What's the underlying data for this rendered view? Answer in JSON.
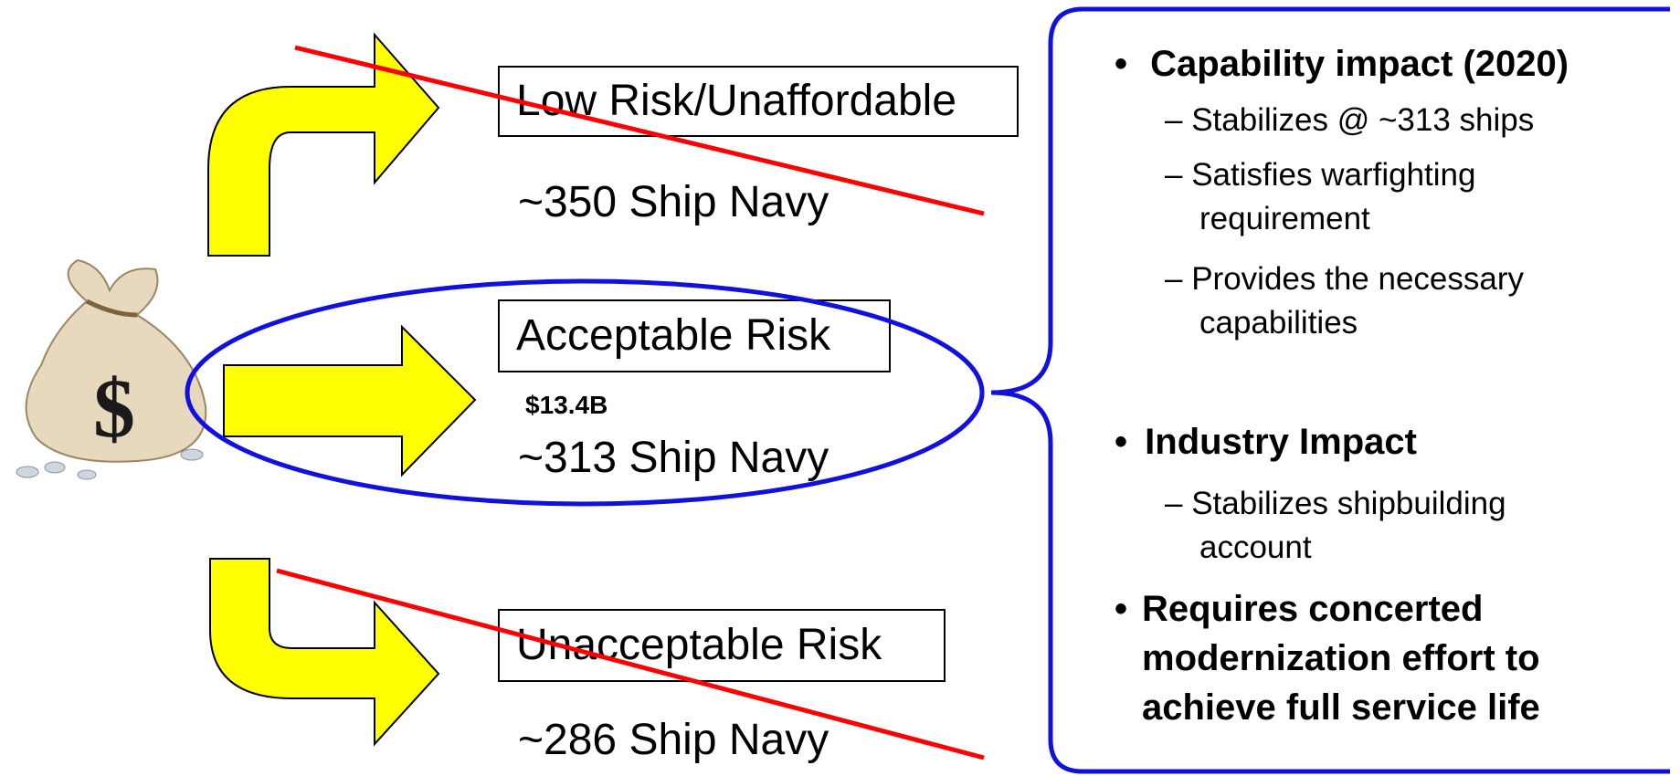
{
  "options": [
    {
      "box_label": "Low Risk/Unaffordable",
      "fleet": "~350 Ship Navy"
    },
    {
      "box_label": "Acceptable Risk",
      "cost": "$13.4B",
      "fleet": "~313 Ship Navy"
    },
    {
      "box_label": "Unacceptable Risk",
      "fleet": "~286 Ship Navy"
    }
  ],
  "details": {
    "capability": {
      "heading": "Capability impact (2020)",
      "items": [
        "Stabilizes @ ~313 ships",
        "Satisfies warfighting requirement",
        "Provides the necessary capabilities"
      ]
    },
    "industry": {
      "heading": "Industry Impact",
      "items": [
        "Stabilizes shipbuilding account"
      ]
    },
    "requirement": "Requires concerted modernization effort to achieve full service life"
  },
  "icons": {
    "money_bag": "money-bag-icon"
  },
  "colors": {
    "arrow": "#ffff00",
    "strike": "#ff0000",
    "highlight": "#1010e0"
  }
}
